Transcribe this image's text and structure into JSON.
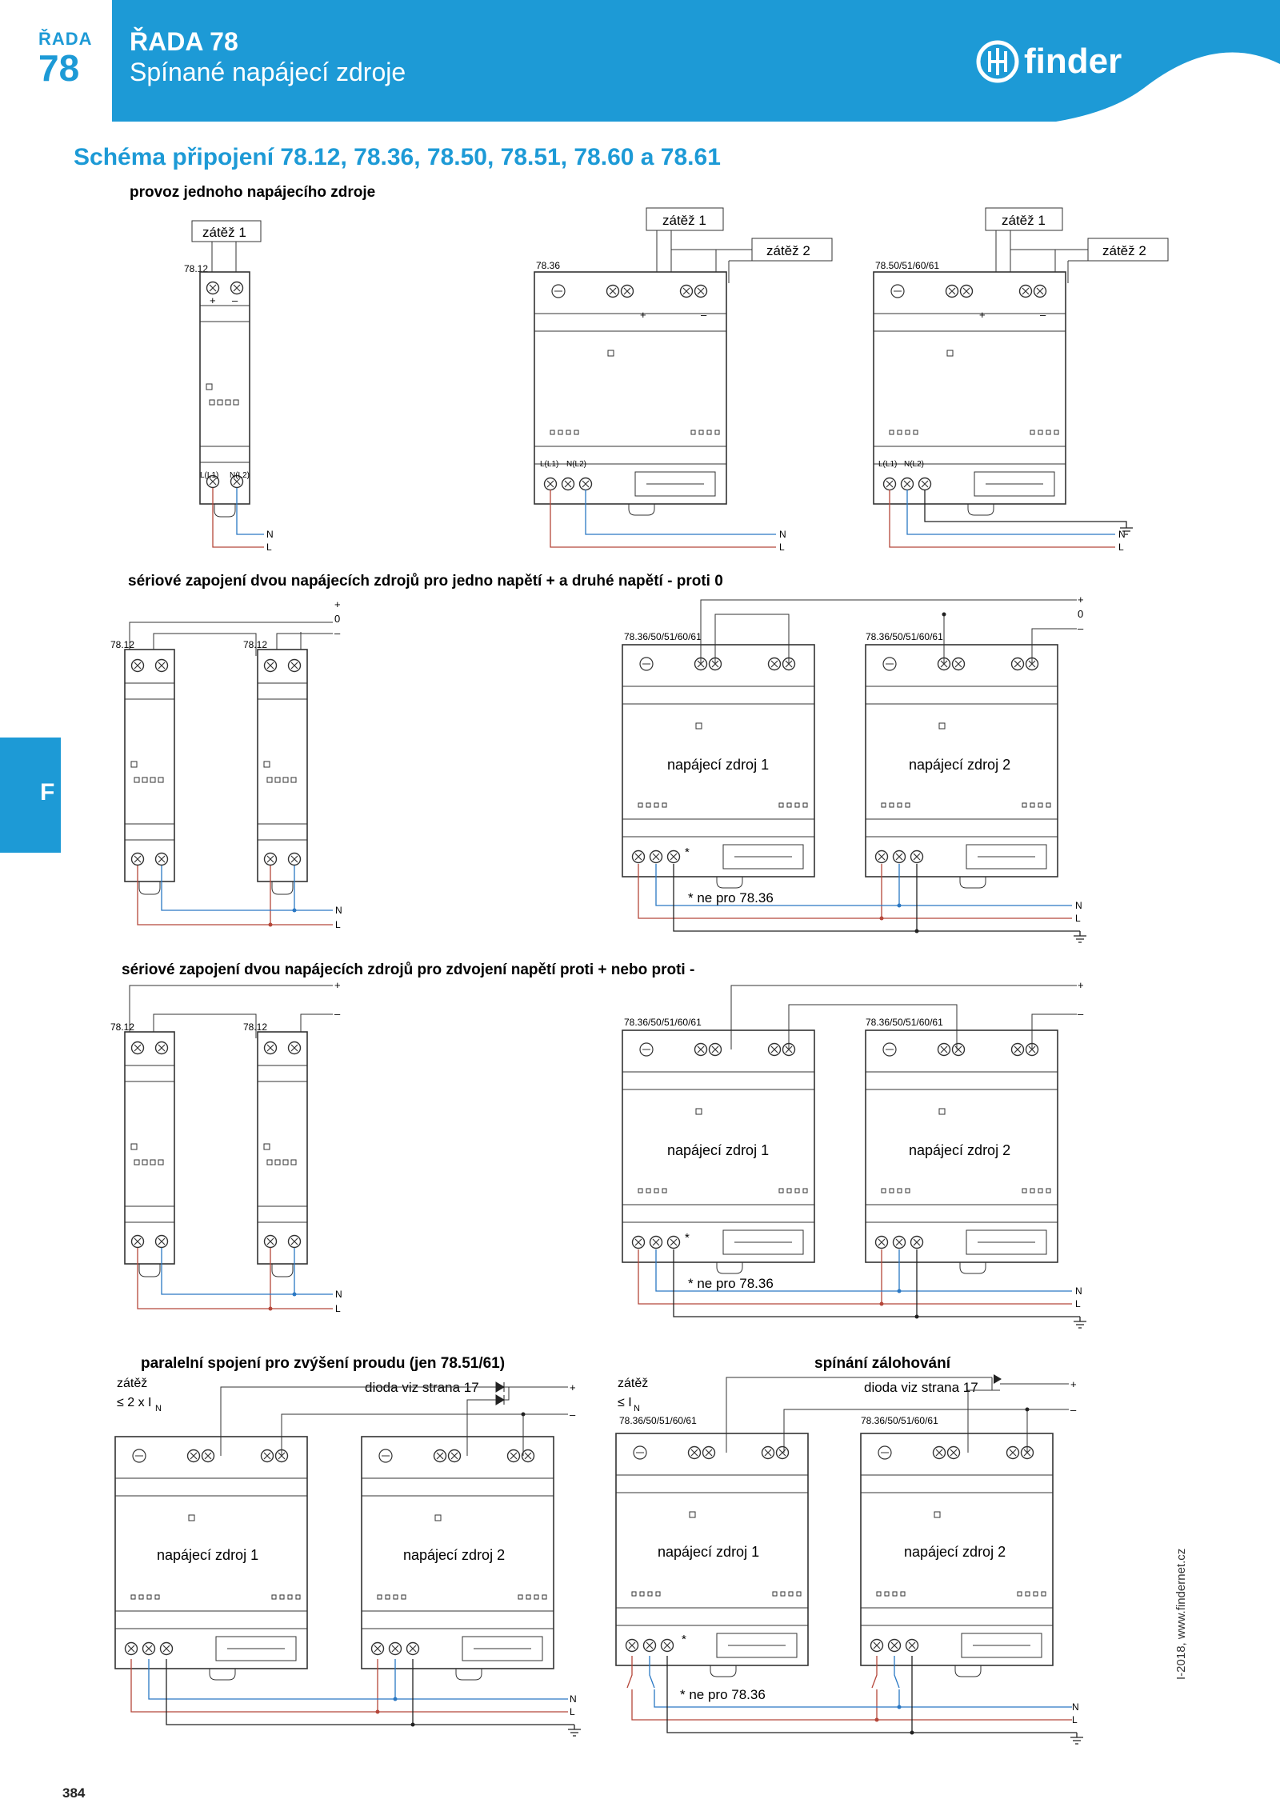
{
  "header": {
    "rada_small": "ŘADA",
    "rada_num": "78",
    "title": "ŘADA 78",
    "subtitle": "Spínané napájecí zdroje",
    "logo_text": "finder",
    "brand_color": "#1d9ad6"
  },
  "section_title": "Schéma připojení 78.12, 78.36, 78.50, 78.51, 78.60 a 78.61",
  "side_tab": "F",
  "page_number": "384",
  "footer_vertical": "I-2018, www.findernet.cz",
  "diagrams": {
    "d1": {
      "heading": "provoz jednoho napájecího zdroje",
      "load1": "zátěž 1",
      "load2": "zátěž 2",
      "model_a": "78.12",
      "model_b": "78.36",
      "model_c": "78.50/51/60/61"
    },
    "d2": {
      "heading": "sériové zapojení dvou napájecích zdrojů pro jedno napětí + a druhé napětí - proti 0",
      "model_a": "78.12",
      "model_b": "78.36/50/51/60/61",
      "psu1": "napájecí zdroj 1",
      "psu2": "napájecí zdroj 2",
      "note": "* ne pro 78.36"
    },
    "d3": {
      "heading": "sériové zapojení dvou napájecích zdrojů pro zdvojení napětí proti + nebo proti -",
      "model_a": "78.12",
      "model_b": "78.36/50/51/60/61",
      "psu1": "napájecí zdroj 1",
      "psu2": "napájecí zdroj 2",
      "note": "* ne pro 78.36"
    },
    "d4": {
      "heading": "paralelní spojení pro zvýšení proudu (jen 78.51/61)",
      "load": "zátěž",
      "load_current": "≤ 2 x I",
      "load_sub": "N",
      "diode": "dioda viz strana 17",
      "psu1": "napájecí zdroj 1",
      "psu2": "napájecí zdroj 2"
    },
    "d5": {
      "heading": "spínání zálohování",
      "load": "zátěž",
      "load_current": "≤ I",
      "load_sub": "N",
      "diode": "dioda viz strana 17",
      "model": "78.36/50/51/60/61",
      "psu1": "napájecí zdroj 1",
      "psu2": "napájecí zdroj 2",
      "note": "* ne pro 78.36"
    }
  },
  "terminals": {
    "plus": "+",
    "minus": "–",
    "zero": "0",
    "n": "N",
    "l": "L",
    "l1": "L(L1)",
    "n2": "N(L2)",
    "star": "*"
  },
  "colors": {
    "wire_red": "#b5473a",
    "wire_blue": "#2a78c4",
    "wire_black": "#222222",
    "device_stroke": "#333333"
  }
}
